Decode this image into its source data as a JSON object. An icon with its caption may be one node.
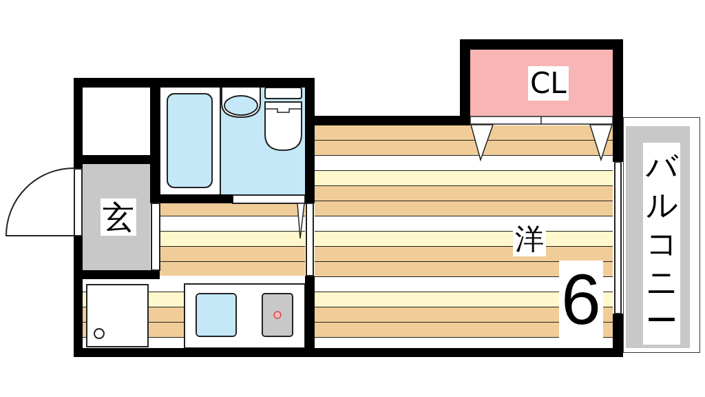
{
  "diagram": {
    "nodes": [
      {
        "text": [
          "CL"
        ]
      },
      {
        "text": [
          "玄"
        ]
      },
      {
        "text": [
          "洋",
          "6"
        ]
      },
      {
        "text": [
          "バルコニー"
        ]
      }
    ]
  }
}
